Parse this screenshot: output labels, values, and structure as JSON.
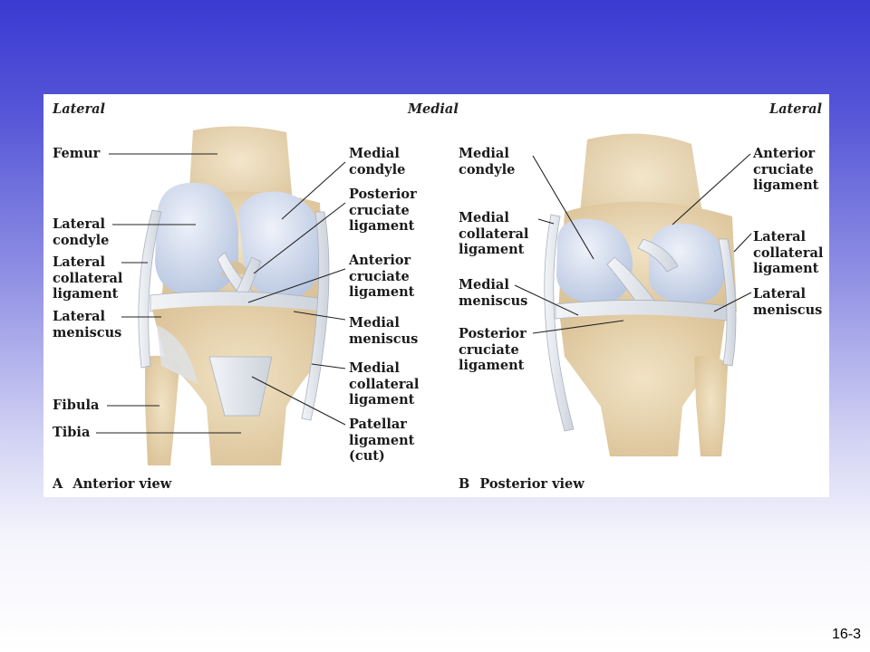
{
  "headers": {
    "left": "Lateral",
    "center": "Medial",
    "right": "Lateral"
  },
  "anterior": {
    "caption_letter": "A",
    "caption": "Anterior view",
    "left_labels": {
      "femur": "Femur",
      "lateral_condyle": "Lateral\ncondyle",
      "lateral_collateral": "Lateral\ncollateral\nligament",
      "lateral_meniscus": "Lateral\nmeniscus",
      "fibula": "Fibula",
      "tibia": "Tibia"
    },
    "right_labels": {
      "medial_condyle": "Medial\ncondyle",
      "posterior_cruciate": "Posterior\ncruciate\nligament",
      "anterior_cruciate": "Anterior\ncruciate\nligament",
      "medial_meniscus": "Medial\nmeniscus",
      "medial_collateral": "Medial\ncollateral\nligament",
      "patellar": "Patellar\nligament\n(cut)"
    }
  },
  "posterior": {
    "caption_letter": "B",
    "caption": "Posterior view",
    "left_labels": {
      "medial_condyle": "Medial\ncondyle",
      "medial_collateral": "Medial\ncollateral\nligament",
      "medial_meniscus": "Medial\nmeniscus",
      "posterior_cruciate": "Posterior\ncruciate\nligament"
    },
    "right_labels": {
      "anterior_cruciate": "Anterior\ncruciate\nligament",
      "lateral_collateral": "Lateral\ncollateral\nligament",
      "lateral_meniscus": "Lateral\nmeniscus"
    }
  },
  "slide_number": "16-3",
  "colors": {
    "bone": "#ead9b8",
    "cartilage": "#c9d5ea",
    "ligament": "#e4e8ee",
    "background_top": "#3a3ad2"
  }
}
